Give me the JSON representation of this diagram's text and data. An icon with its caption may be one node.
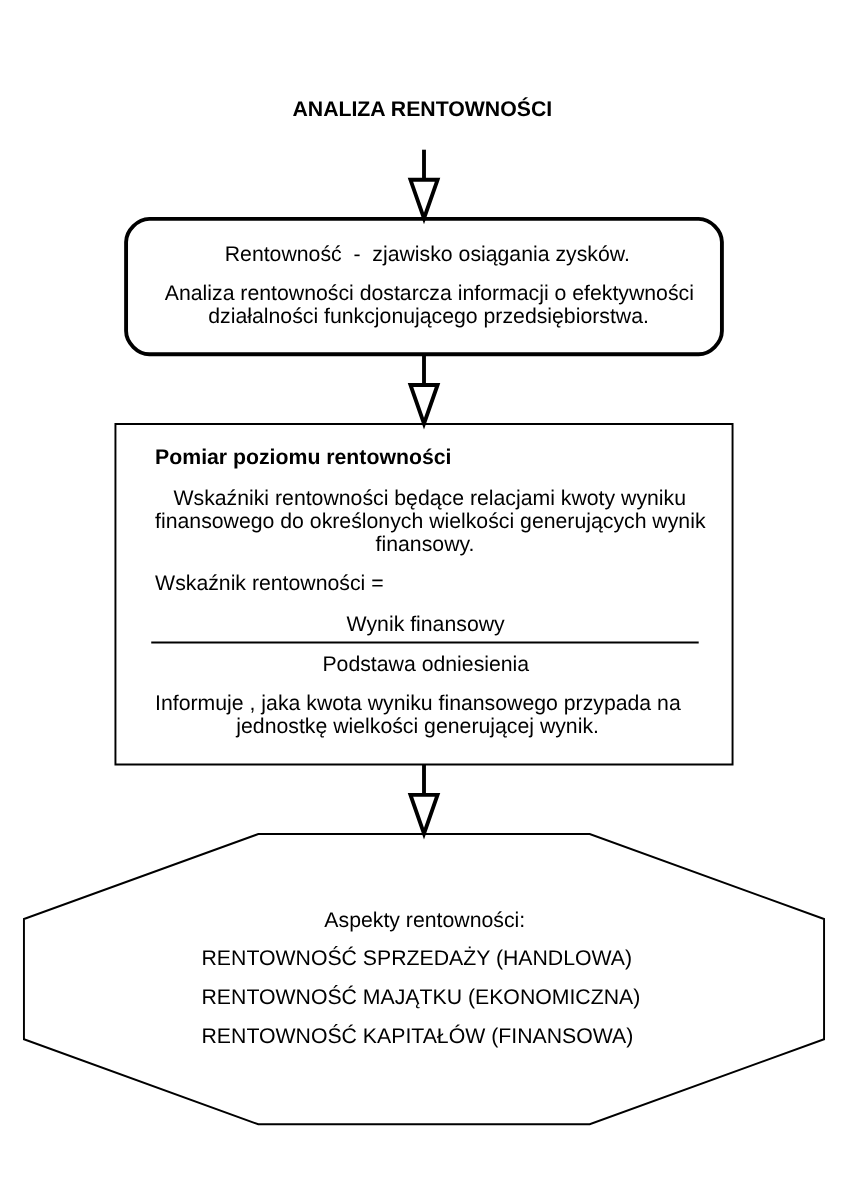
{
  "diagram": {
    "nodes": [
      {
        "text": [
          "ANALIZA RENTOWNOŚCI"
        ]
      },
      {
        "text": [
          "Rentowność  -  zjawisko osiągania zysków.",
          "Analiza rentowności dostarcza informacji o efektywności działalności funkcjonującego przedsiębiorstwa."
        ]
      },
      {
        "text": [
          "Pomiar poziomu rentowności",
          "Wskaźniki rentowności będące relacjami kwoty wyniku finansowego do określonych wielkości generujących wynik finansowy.",
          "Wskaźnik rentowności =",
          "Wynik finansowy",
          "Podstawa odniesienia",
          "Informuje , jaka kwota wyniku finansowego przypada na jednostkę wielkości generującej wynik."
        ]
      },
      {
        "text": [
          "Aspekty rentowności:",
          "RENTOWNOŚĆ SPRZEDAŻY (HANDLOWA)",
          "RENTOWNOŚĆ MAJĄTKU (EKONOMICZNA)",
          "RENTOWNOŚĆ KAPITAŁÓW (FINANSOWA)"
        ]
      }
    ],
    "edges": [
      {
        "from": 0,
        "to": 1,
        "arrow": "to"
      },
      {
        "from": 1,
        "to": 2,
        "arrow": "to"
      },
      {
        "from": 2,
        "to": 3,
        "arrow": "to"
      }
    ]
  }
}
